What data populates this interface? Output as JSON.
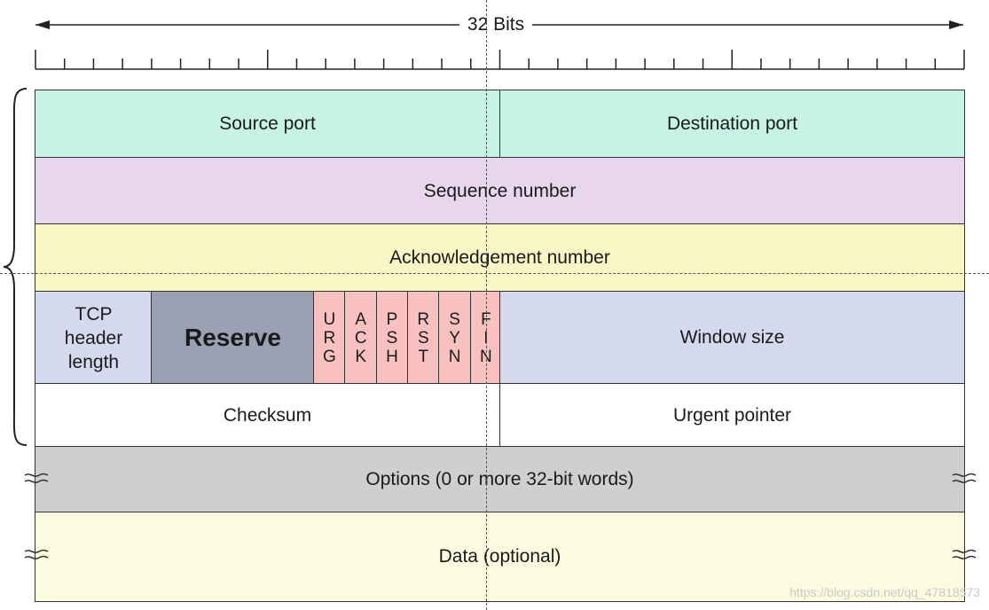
{
  "bits_label": "32 Bits",
  "rows": {
    "source_port": "Source port",
    "destination_port": "Destination port",
    "sequence_number": "Sequence number",
    "acknowledgement_number": "Acknowledgement number",
    "tcp_header_length": [
      "TCP",
      "header",
      "length"
    ],
    "reserve": "Reserve",
    "flags": [
      [
        "U",
        "R",
        "G"
      ],
      [
        "A",
        "C",
        "K"
      ],
      [
        "P",
        "S",
        "H"
      ],
      [
        "R",
        "S",
        "T"
      ],
      [
        "S",
        "Y",
        "N"
      ],
      [
        "F",
        "I",
        "N"
      ]
    ],
    "window_size": "Window size",
    "checksum": "Checksum",
    "urgent_pointer": "Urgent pointer",
    "options": "Options (0 or more 32-bit words)",
    "data": "Data (optional)"
  },
  "watermark": "https://blog.csdn.net/qq_47818573",
  "colors": {
    "ports": "#c7f2e6",
    "sequence": "#e8d5ee",
    "acknowledgement": "#f7f6c4",
    "header_length_window": "#d4d9ee",
    "reserve": "#9ba0b3",
    "flags": "#f9c0c0",
    "options": "#cfcfcf",
    "data": "#fbfbe0"
  }
}
